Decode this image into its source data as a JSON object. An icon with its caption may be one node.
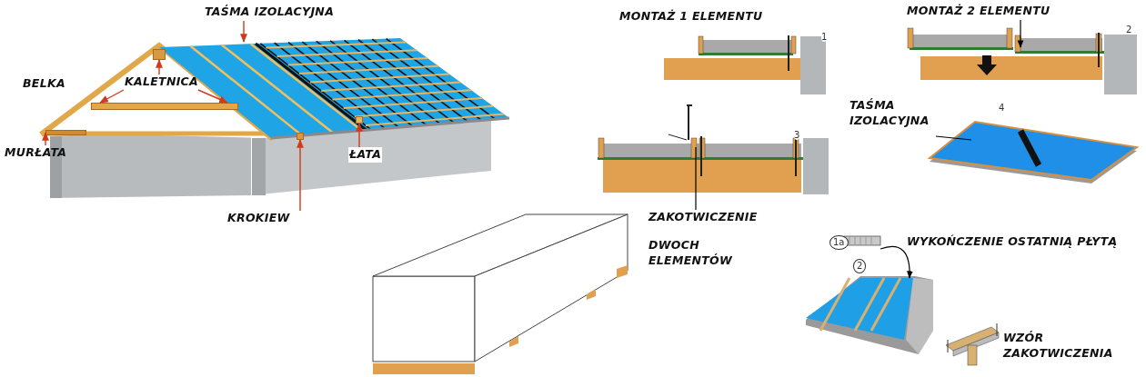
{
  "diagram": {
    "nodes": [
      {
        "text": [
          "TAŚMA IZOLACYJNA"
        ]
      },
      {
        "text": [
          "BELKA"
        ]
      },
      {
        "text": [
          "KALETNICA"
        ],
        "in": 6
      },
      {
        "text": [
          "MURŁATA"
        ]
      },
      {
        "text": [
          "ŁATA"
        ],
        "in": 6
      },
      {
        "text": [
          "KROKIEW"
        ]
      },
      {
        "text": [],
        "shape": "picture"
      },
      {
        "text": [
          "MONTAŻ 1 ELEMENTU"
        ]
      },
      {
        "text": [],
        "shape": "picture"
      },
      {
        "text": [
          "MONTAŻ 2 ELEMENTU"
        ]
      },
      {
        "text": [],
        "shape": "picture"
      },
      {
        "text": [],
        "shape": "picture"
      },
      {
        "text": [
          "TAŚMA IZOLACYJNA"
        ]
      },
      {
        "text": [],
        "shape": "picture"
      },
      {
        "text": [
          "ZAKOTWICZENIE",
          "DWOCH ELEMENTÓW"
        ]
      },
      {
        "text": [],
        "shape": "picture"
      },
      {
        "text": [],
        "shape": "picture"
      },
      {
        "text": [
          "WYKOŃCZENIE OSTATNIĄ PŁYTĄ"
        ]
      },
      {
        "text": [
          "WZÓR ZAKOTWICZENIA"
        ]
      },
      {
        "text": [],
        "shape": "bar",
        "in": 6
      },
      {
        "text": [],
        "shape": "bar",
        "in": 6
      },
      {
        "text": [],
        "shape": "bar",
        "in": 6
      },
      {
        "text": [],
        "shape": "bar",
        "in": 6
      },
      {
        "text": [],
        "shape": "bar",
        "in": 6
      }
    ],
    "edges": [
      {
        "from": 0,
        "to": 6,
        "arrow": "to"
      },
      {
        "from": 2,
        "to": 20,
        "arrow": "to"
      },
      {
        "from": 2,
        "to": 20,
        "arrow": "to"
      },
      {
        "from": 2,
        "to": 19,
        "arrow": "to"
      },
      {
        "from": 3,
        "to": 21,
        "arrow": "to"
      },
      {
        "from": 4,
        "to": 22,
        "arrow": "to"
      },
      {
        "from": 5,
        "to": 23,
        "arrow": "to"
      },
      {
        "from": 9,
        "to": 10,
        "arrow": "to",
        "color": "#000000"
      },
      {
        "from": 14,
        "to": 11,
        "arrow": "none",
        "color": "#000000"
      },
      {
        "from": 15,
        "to": 16,
        "arrow": "to",
        "color": "#000000"
      },
      {
        "from": 12,
        "to": 13,
        "arrow": "none",
        "color": "#000000"
      }
    ],
    "labels": [
      "1",
      "2",
      "3",
      "4",
      "1a",
      "2"
    ]
  }
}
